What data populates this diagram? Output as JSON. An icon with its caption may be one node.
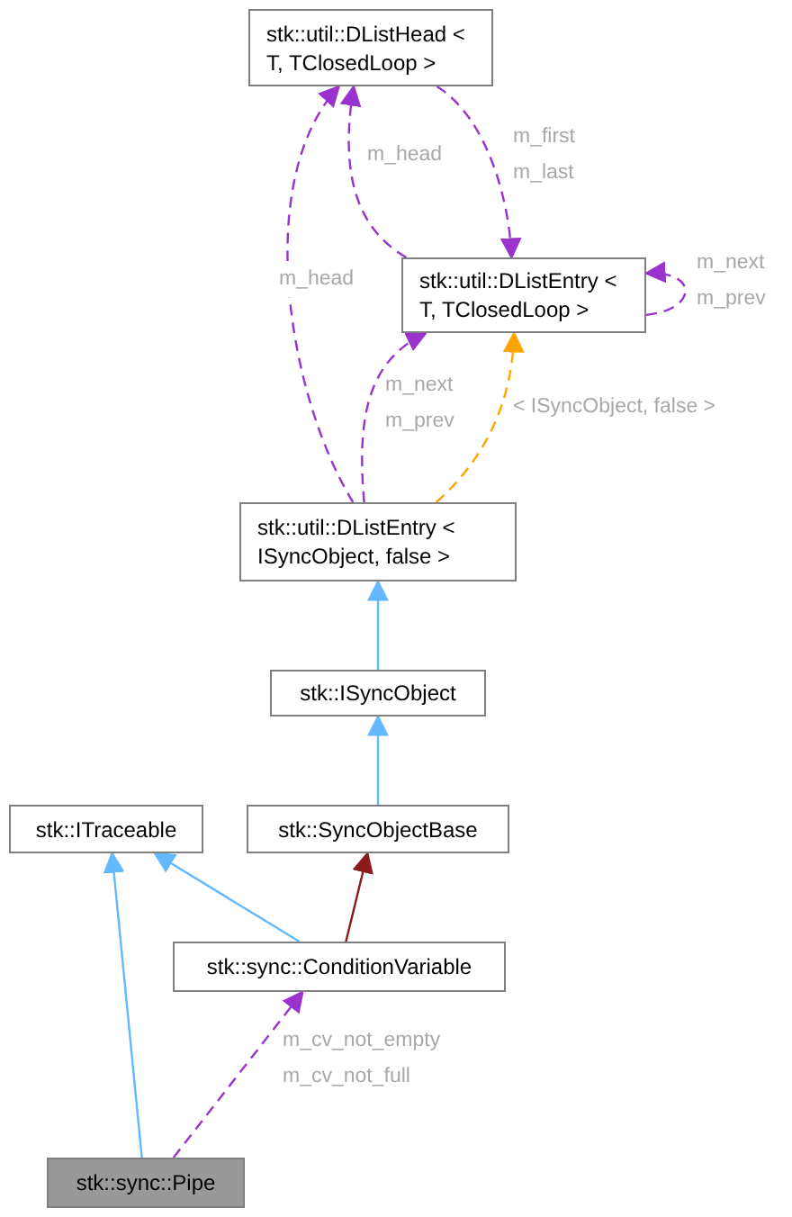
{
  "diagram": {
    "nodes": [
      {
        "text": [
          "stk::util::DListHead < T, TClosedLoop >"
        ]
      },
      {
        "text": [
          "stk::util::DListEntry < T, TClosedLoop >"
        ]
      },
      {
        "text": [
          "stk::util::DListEntry < ISyncObject, false >"
        ]
      },
      {
        "text": [
          "stk::ISyncObject"
        ]
      },
      {
        "text": [
          "stk::ITraceable"
        ]
      },
      {
        "text": [
          "stk::SyncObjectBase"
        ]
      },
      {
        "text": [
          "stk::sync::ConditionVariable"
        ]
      },
      {
        "text": [
          "stk::sync::Pipe"
        ]
      }
    ],
    "edges": [
      {
        "from": 1,
        "to": 0,
        "arrow": "to",
        "label": "m_head",
        "style": "dashed"
      },
      {
        "from": 0,
        "to": 1,
        "arrow": "to",
        "label": "m_first m_last",
        "style": "dashed"
      },
      {
        "from": 1,
        "to": 1,
        "arrow": "to",
        "label": "m_next m_prev",
        "style": "dashed"
      },
      {
        "from": 2,
        "to": 0,
        "arrow": "to",
        "label": "m_head",
        "style": "dashed"
      },
      {
        "from": 2,
        "to": 1,
        "arrow": "to",
        "label": "m_next m_prev",
        "style": "dashed"
      },
      {
        "from": 2,
        "to": 1,
        "arrow": "to",
        "label": "< ISyncObject, false >",
        "style": "dashed",
        "color": "#ffa500"
      },
      {
        "from": 3,
        "to": 2,
        "arrow": "to",
        "color": "#63b8ff"
      },
      {
        "from": 5,
        "to": 3,
        "arrow": "to",
        "color": "#63b8ff"
      },
      {
        "from": 6,
        "to": 4,
        "arrow": "to",
        "color": "#63b8ff"
      },
      {
        "from": 6,
        "to": 5,
        "arrow": "to",
        "color": "#8b1a1a"
      },
      {
        "from": 7,
        "to": 4,
        "arrow": "to",
        "color": "#63b8ff"
      },
      {
        "from": 7,
        "to": 6,
        "arrow": "to",
        "label": "m_cv_not_empty m_cv_not_full",
        "style": "dashed"
      }
    ]
  }
}
